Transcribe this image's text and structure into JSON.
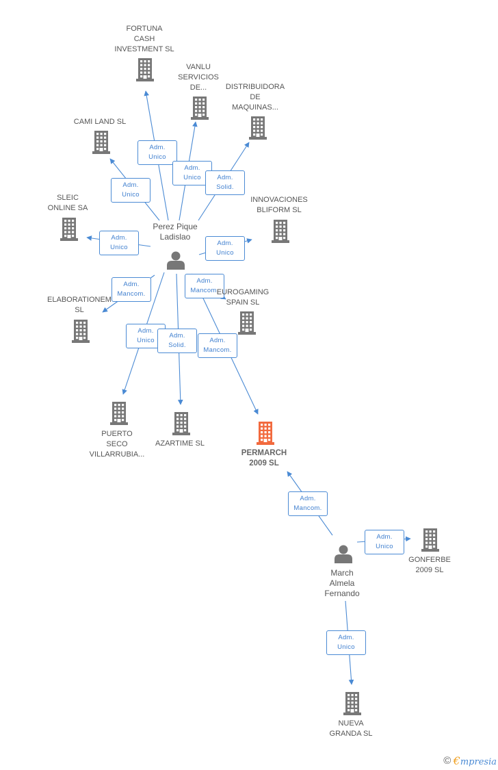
{
  "colors": {
    "building": "#777777",
    "building_focus": "#f26a3e",
    "person": "#777777",
    "edge": "#4a8ad4"
  },
  "nodes": [
    {
      "id": "fortuna",
      "type": "company",
      "lines": [
        "FORTUNA",
        "CASH",
        "INVESTMENT SL"
      ]
    },
    {
      "id": "vanlu",
      "type": "company",
      "lines": [
        "VANLU",
        "SERVICIOS",
        "DE..."
      ]
    },
    {
      "id": "distribuidora",
      "type": "company",
      "lines": [
        "DISTRIBUIDORA",
        "DE",
        "MAQUINAS..."
      ]
    },
    {
      "id": "camiland",
      "type": "company",
      "lines": [
        "CAMI LAND SL"
      ]
    },
    {
      "id": "sleic",
      "type": "company",
      "lines": [
        "SLEIC",
        "ONLINE SA"
      ]
    },
    {
      "id": "innovaciones",
      "type": "company",
      "lines": [
        "INNOVACIONES",
        "BLIFORM SL"
      ]
    },
    {
      "id": "perez",
      "type": "person",
      "lines": [
        "Perez Pique",
        "Ladislao"
      ]
    },
    {
      "id": "elaboration",
      "type": "company",
      "lines": [
        "ELABORATIONEM",
        "SL"
      ]
    },
    {
      "id": "eurogaming",
      "type": "company",
      "lines": [
        "EUROGAMING",
        "SPAIN  SL"
      ]
    },
    {
      "id": "puerto",
      "type": "company",
      "lines": [
        "PUERTO",
        "SECO",
        "VILLARRUBIA..."
      ]
    },
    {
      "id": "azartime",
      "type": "company",
      "lines": [
        "AZARTIME SL"
      ]
    },
    {
      "id": "permarch",
      "type": "company",
      "focus": true,
      "lines": [
        "PERMARCH",
        "2009 SL"
      ]
    },
    {
      "id": "march",
      "type": "person",
      "lines": [
        "March",
        "Almela",
        "Fernando"
      ]
    },
    {
      "id": "gonferbe",
      "type": "company",
      "lines": [
        "GONFERBE",
        "2009 SL"
      ]
    },
    {
      "id": "nueva",
      "type": "company",
      "lines": [
        "NUEVA",
        "GRANDA  SL"
      ]
    }
  ],
  "edges": [
    {
      "from": "perez",
      "to": "fortuna",
      "label": [
        "Adm.",
        "Unico"
      ]
    },
    {
      "from": "perez",
      "to": "vanlu",
      "label": [
        "Adm.",
        "Unico"
      ]
    },
    {
      "from": "perez",
      "to": "distribuidora",
      "label": [
        "Adm.",
        "Solid."
      ]
    },
    {
      "from": "perez",
      "to": "camiland",
      "label": [
        "Adm.",
        "Unico"
      ]
    },
    {
      "from": "perez",
      "to": "sleic",
      "label": [
        "Adm.",
        "Unico"
      ]
    },
    {
      "from": "perez",
      "to": "innovaciones",
      "label": [
        "Adm.",
        "Unico"
      ]
    },
    {
      "from": "perez",
      "to": "elaboration",
      "label": [
        "Adm.",
        "Mancom."
      ]
    },
    {
      "from": "perez",
      "to": "eurogaming",
      "label": [
        "Adm.",
        "Mancom."
      ]
    },
    {
      "from": "perez",
      "to": "puerto",
      "label": [
        "Adm.",
        "Unico"
      ]
    },
    {
      "from": "perez",
      "to": "azartime",
      "label": [
        "Adm.",
        "Solid."
      ]
    },
    {
      "from": "perez",
      "to": "permarch",
      "label": [
        "Adm.",
        "Mancom."
      ]
    },
    {
      "from": "march",
      "to": "permarch",
      "label": [
        "Adm.",
        "Mancom."
      ]
    },
    {
      "from": "march",
      "to": "gonferbe",
      "label": [
        "Adm.",
        "Unico"
      ]
    },
    {
      "from": "march",
      "to": "nueva",
      "label": [
        "Adm.",
        "Unico"
      ]
    }
  ],
  "watermark": {
    "symbol": "©",
    "brand_initial": "€",
    "brand_rest": "mpresia"
  }
}
